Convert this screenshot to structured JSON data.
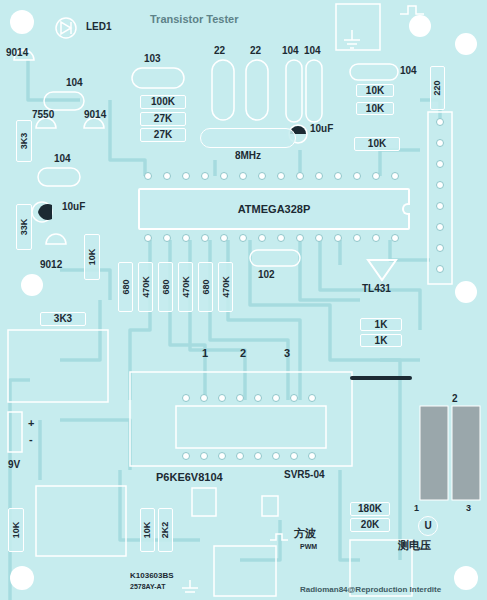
{
  "diagram": {
    "nodes": [
      {
        "text": [
          "220"
        ]
      },
      {
        "text": [
          "10K"
        ]
      },
      {
        "text": [
          "100K"
        ]
      },
      {
        "text": [
          "10K"
        ]
      },
      {
        "text": [
          "27K"
        ]
      },
      {
        "text": [
          "27K"
        ]
      },
      {
        "text": [
          "3K3"
        ]
      },
      {
        "text": [
          "8MHz"
        ]
      },
      {
        "text": [
          "10K"
        ]
      },
      {
        "text": [
          "ATMEGA328P"
        ]
      },
      {
        "text": [
          "33K"
        ]
      },
      {
        "text": [
          "10K"
        ]
      },
      {
        "text": [
          "680"
        ]
      },
      {
        "text": [
          "470K"
        ]
      },
      {
        "text": [
          "680"
        ]
      },
      {
        "text": [
          "470K"
        ]
      },
      {
        "text": [
          "680"
        ]
      },
      {
        "text": [
          "470K"
        ]
      },
      {
        "text": [
          "3K3"
        ]
      },
      {
        "text": [
          "1K"
        ]
      },
      {
        "text": [
          "1K"
        ]
      },
      {
        "text": [
          "10K"
        ]
      },
      {
        "text": [
          "10K"
        ]
      },
      {
        "text": [
          "2K2"
        ]
      },
      {
        "text": [
          "180K"
        ]
      },
      {
        "text": [
          "20K"
        ]
      },
      {
        "text": [
          "U"
        ]
      }
    ],
    "labels": [
      "Transistor Tester",
      "LED1",
      "9014",
      "22",
      "22",
      "104",
      "104",
      "103",
      "104",
      "104",
      "7550",
      "9014",
      "10uF",
      "104",
      "10uF",
      "9012",
      "102",
      "TL431",
      "1",
      "2",
      "3",
      "2",
      "+",
      "-",
      "9V",
      "P6KE6V8104",
      "SVR5-04",
      "1",
      "3",
      "方波",
      "PWM",
      "测电压",
      "K103603BS",
      "2578AY-AT",
      "Radioman84@Reproduction Interdite"
    ]
  }
}
